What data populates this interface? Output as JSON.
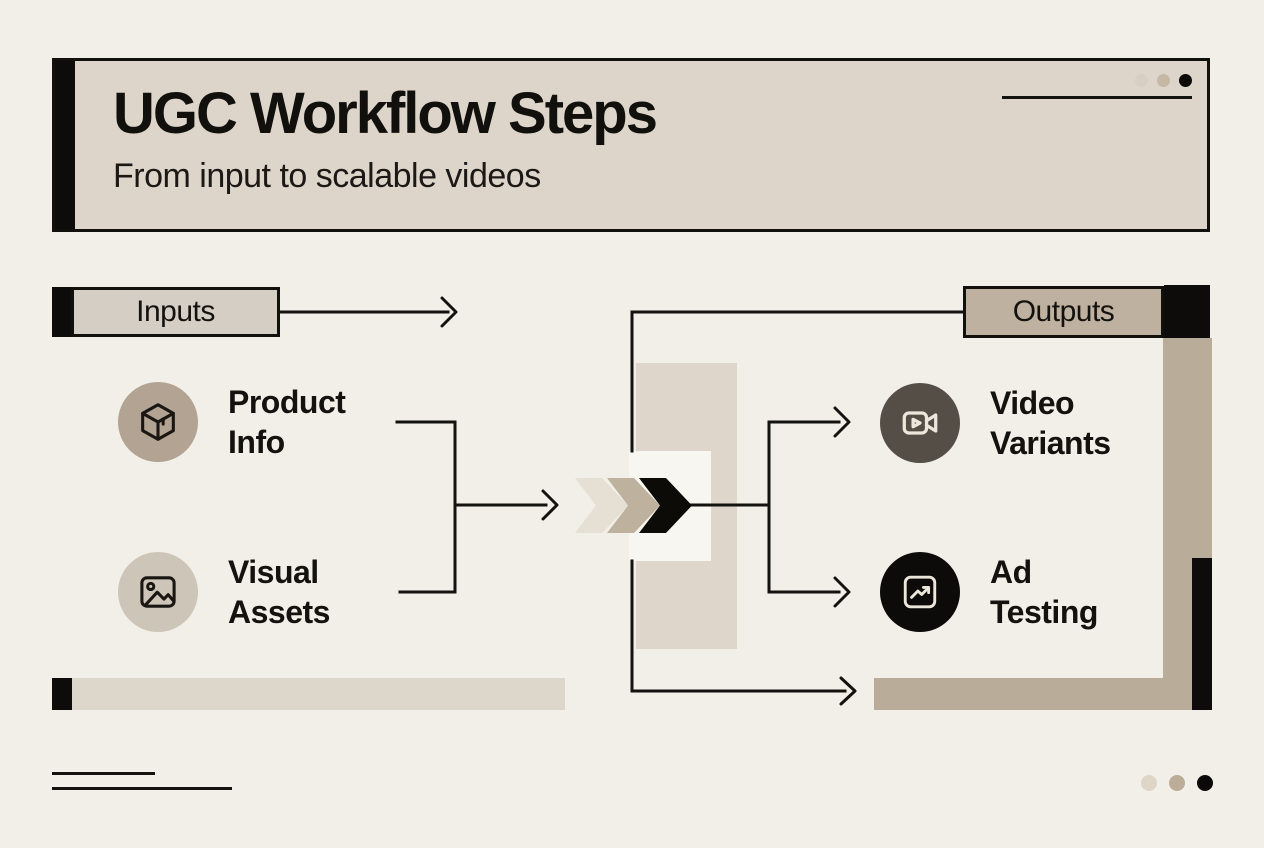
{
  "header": {
    "title": "UGC Workflow Steps",
    "subtitle": "From input to scalable videos"
  },
  "flow": {
    "inputs_label": "Inputs",
    "outputs_label": "Outputs",
    "inputs": [
      {
        "label": "Product Info",
        "icon": "package-icon"
      },
      {
        "label": "Visual Assets",
        "icon": "image-icon"
      }
    ],
    "outputs": [
      {
        "label": "Video Variants",
        "icon": "video-camera-icon"
      },
      {
        "label": "Ad Testing",
        "icon": "trend-up-icon"
      }
    ]
  },
  "colors": {
    "background": "#f1efe7",
    "header_fill": "#ddd5ca",
    "inputs_box_fill": "#d5cec4",
    "outputs_box_fill": "#beb19f",
    "tan_bar": "#b9ac99",
    "light_beige_bar": "#ddd6ca",
    "black": "#0d0c0a",
    "line": "#14120f",
    "product_circle": "#b2a393",
    "visual_circle": "#cdc5b8",
    "video_circle": "#544e46",
    "ad_circle": "#0c0b09",
    "chevron_light": "#e6dfd4",
    "chevron_mid": "#beb19e",
    "chevron_black": "#0d0b08",
    "dot_light": "#ded5c7",
    "dot_mid": "#bcad98",
    "dot_dark": "#0b0a08",
    "icon_light_stroke": "#ece7db",
    "icon_dark_stroke": "#1a1713"
  }
}
